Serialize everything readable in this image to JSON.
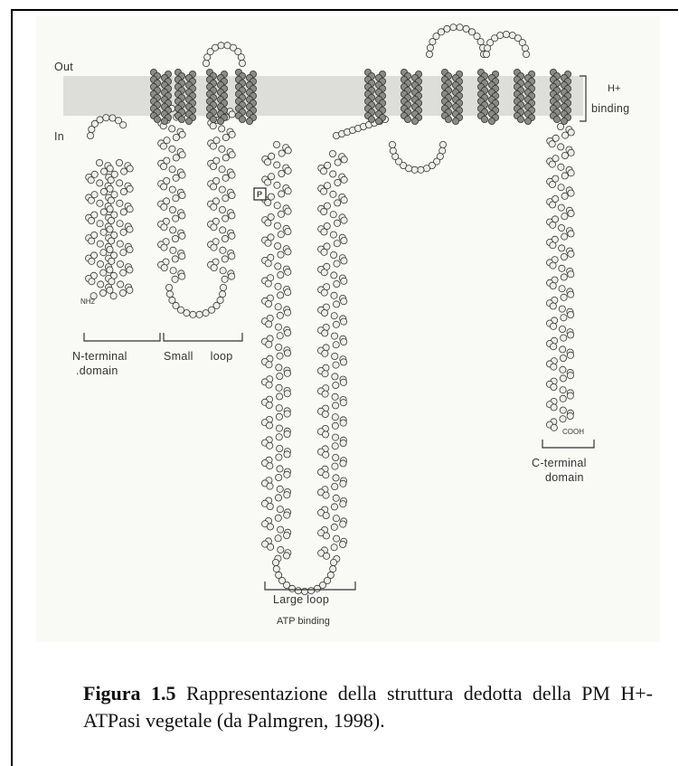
{
  "labels": {
    "out": "Out",
    "in": "In",
    "h_plus_binding_line1": "H+",
    "h_plus_binding_line2": "binding",
    "n_terminal_line1": "N-terminal",
    "n_terminal_line2": ".domain",
    "small_loop": "Small     loop",
    "large_loop": "Large loop",
    "atp_binding": "ATP binding",
    "c_terminal_line1": "C-terminal",
    "c_terminal_line2": "domain",
    "nh2": "NH2",
    "cooh": "COOH",
    "phospho": "P"
  },
  "caption": {
    "figure_label": "Figura 1.5",
    "text": "Rappresentazione della struttura dedotta della PM H+-ATPasi vegetale (da Palmgren, 1998)."
  }
}
